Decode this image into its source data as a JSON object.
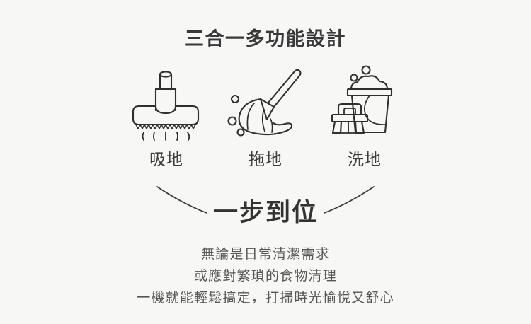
{
  "background_color": "#f7f7f5",
  "ink_color": "#2f2f2f",
  "text_color": "#3b3b3b",
  "title": "三合一多功能設計",
  "features": [
    {
      "icon": "vacuum-head-icon",
      "label": "吸地"
    },
    {
      "icon": "mop-icon",
      "label": "拖地"
    },
    {
      "icon": "bucket-brush-icon",
      "label": "洗地"
    }
  ],
  "highlight": "一步到位",
  "description": {
    "lines": [
      "無論是日常清潔需求",
      "或應對繁瑣的食物清理",
      "一機就能輕鬆搞定，打掃時光愉悅又舒心"
    ]
  }
}
